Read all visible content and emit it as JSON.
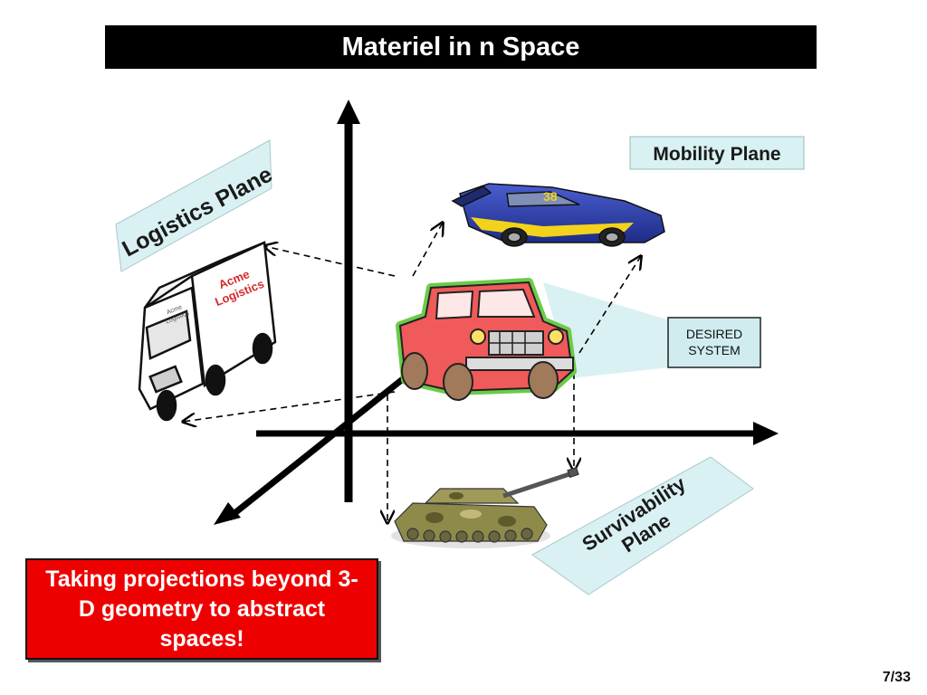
{
  "slide": {
    "title": "Materiel in n Space",
    "page_number": "7/33"
  },
  "planes": {
    "logistics": "Logistics Plane",
    "mobility": "Mobility Plane",
    "survivability_line1": "Survivability",
    "survivability_line2": "Plane"
  },
  "desired_system": {
    "line1": "DESIRED",
    "line2": "SYSTEM"
  },
  "van": {
    "brand_line1": "Acme",
    "brand_line2": "Logistics",
    "small_line1": "Acme",
    "small_line2": "Logistics"
  },
  "race_car": {
    "number": "38"
  },
  "note": {
    "text": "Taking projections beyond 3-D geometry to abstract spaces!"
  },
  "colors": {
    "plane_fill": "#d9f1f3",
    "note_fill": "#ee0000",
    "truck_body": "#f05a5a",
    "truck_outline": "#7ed957",
    "car_body": "#2c3ea8",
    "car_stripe": "#f2d21b",
    "tank_camo": "#8e8a4a"
  },
  "icons": [
    "pickup-truck-icon",
    "race-car-icon",
    "delivery-van-icon",
    "tank-icon"
  ]
}
